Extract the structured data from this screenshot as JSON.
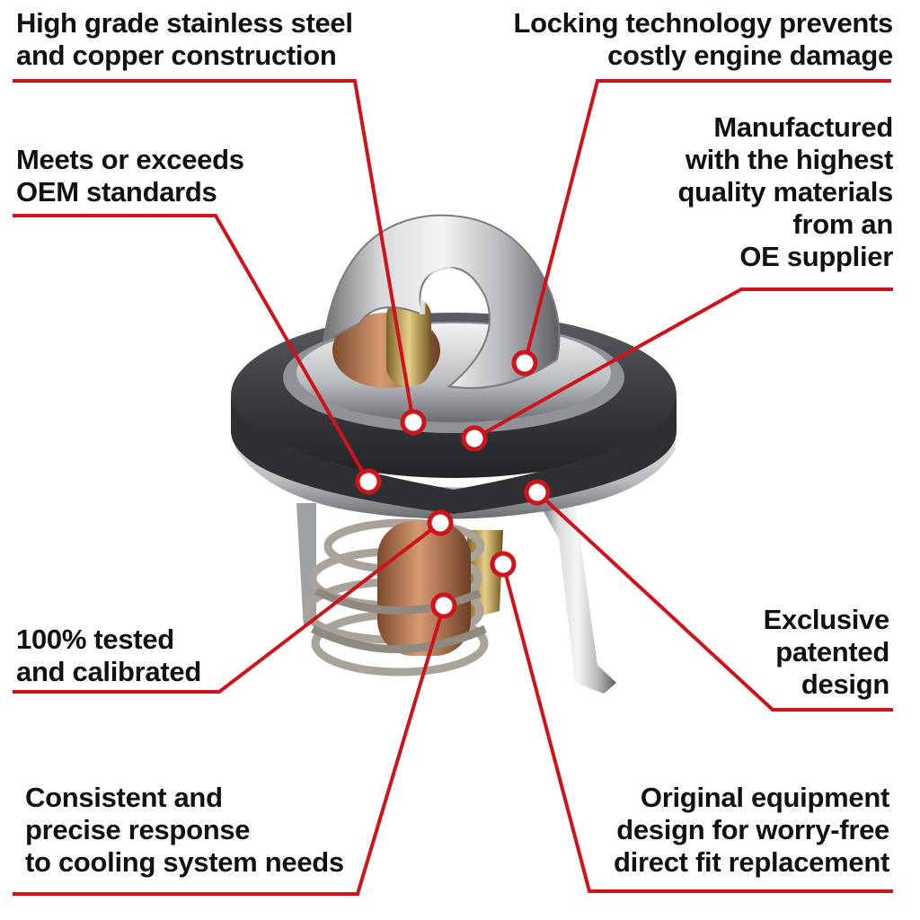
{
  "colors": {
    "callout_red": "#d0121b",
    "text": "#111111",
    "background": "#ffffff"
  },
  "callouts": {
    "materials": {
      "lines": [
        "High grade stainless steel",
        "and copper construction"
      ]
    },
    "locking": {
      "lines": [
        "Locking technology prevents",
        "costly engine damage"
      ]
    },
    "oem_standards": {
      "lines": [
        "Meets or exceeds",
        "OEM standards"
      ]
    },
    "oe_supplier": {
      "lines": [
        "Manufactured",
        "with the highest",
        "quality materials",
        "from an",
        "OE supplier"
      ]
    },
    "tested": {
      "lines": [
        "100% tested",
        "and calibrated"
      ]
    },
    "patented": {
      "lines": [
        "Exclusive",
        "patented",
        "design"
      ]
    },
    "response": {
      "lines": [
        "Consistent and",
        "precise response",
        "to cooling system needs"
      ]
    },
    "direct_fit": {
      "lines": [
        "Original equipment",
        "design for worry-free",
        "direct fit replacement"
      ]
    }
  }
}
